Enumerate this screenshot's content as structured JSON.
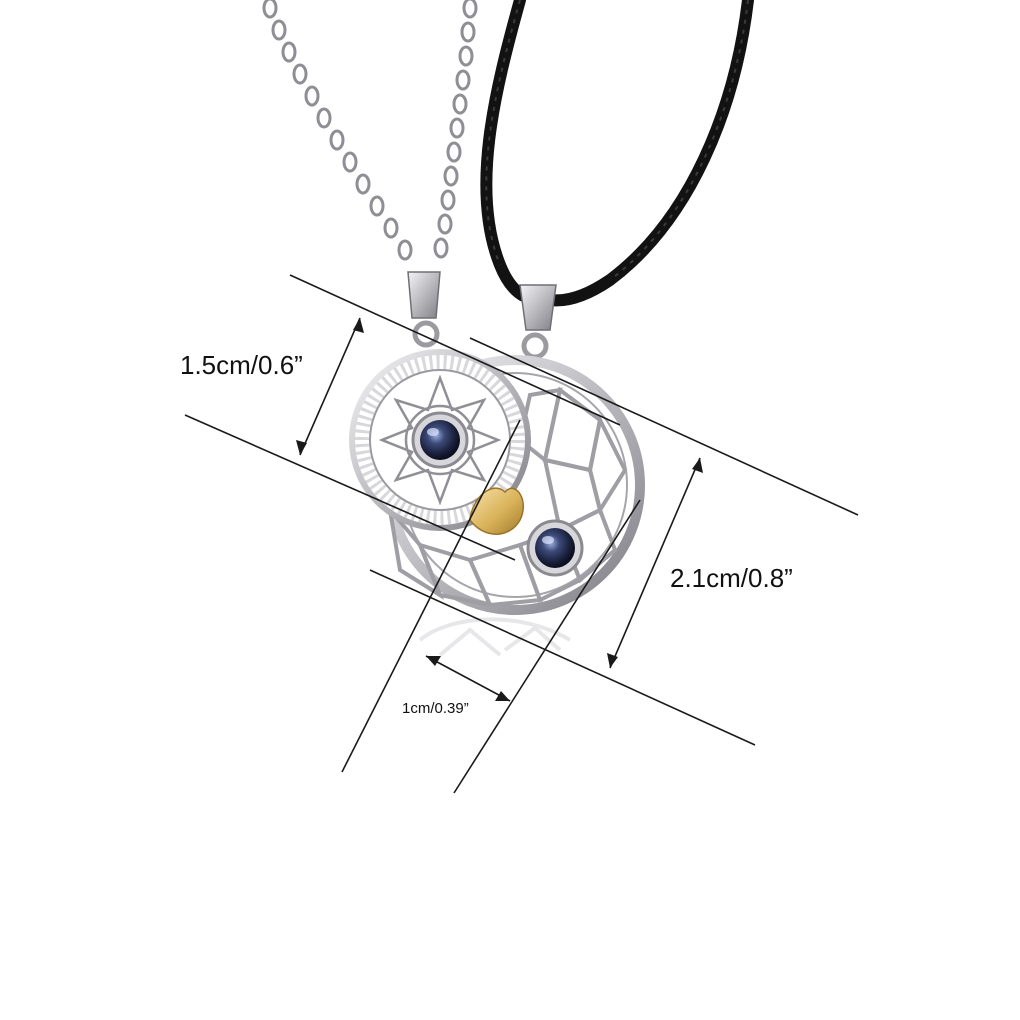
{
  "dimensions": {
    "height_label": "1.5cm/0.6”",
    "length_label": "2.1cm/0.8”",
    "width_label": "1cm/0.39”"
  },
  "colors": {
    "background": "#ffffff",
    "silver": "#c9c9cc",
    "silver_dark": "#8c8c92",
    "cord": "#121212",
    "gold": "#d9b25a",
    "stone": "#2a3558",
    "crystal": "#e4e6ea",
    "dimension_line": "#1a1a1a"
  }
}
